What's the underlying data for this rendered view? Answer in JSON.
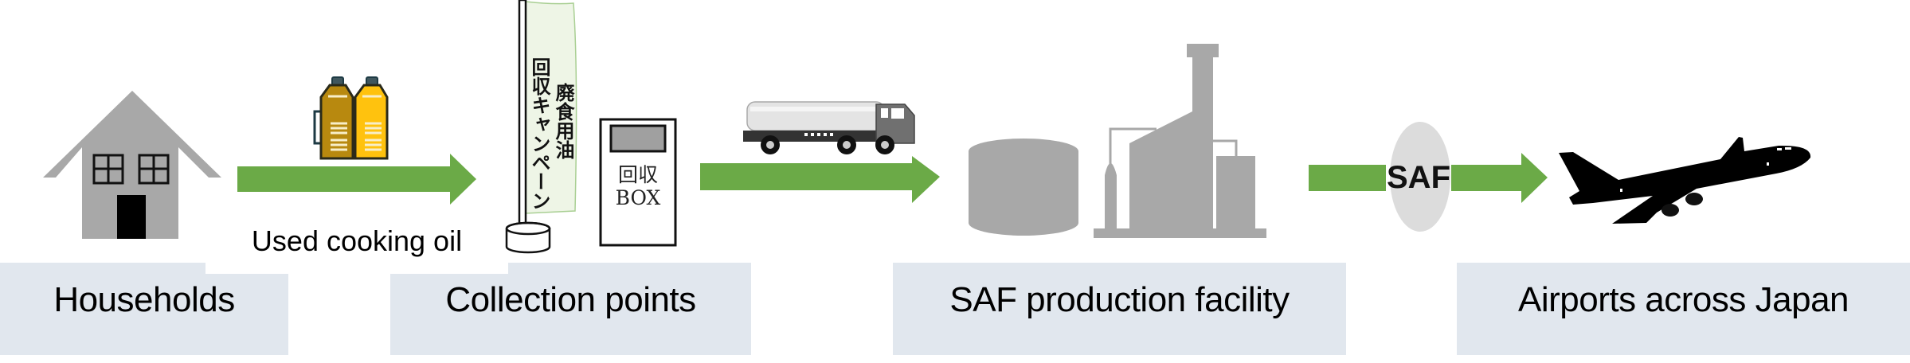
{
  "colors": {
    "arrow": "#6BAA47",
    "label_bg": "#E1E7EE",
    "icon_gray": "#A8A8A8",
    "bottle_dark": "#B8890F",
    "bottle_light": "#FFC20E",
    "banner_bg": "#EEF5E6",
    "saf_ellipse": "#DCDCDC"
  },
  "stages": [
    {
      "id": "households",
      "label": "Households",
      "icon": "house-icon"
    },
    {
      "id": "collection",
      "label": "Collection points",
      "icon": "collection-banner-icon"
    },
    {
      "id": "production",
      "label": "SAF production facility",
      "icon": "factory-icon"
    },
    {
      "id": "airports",
      "label": "Airports across Japan",
      "icon": "airplane-icon"
    }
  ],
  "flows": [
    {
      "from": "households",
      "to": "collection",
      "label": "Used cooking oil",
      "icon": "oil-bottles-icon"
    },
    {
      "from": "collection",
      "to": "production",
      "icon": "tanker-truck-icon"
    },
    {
      "from": "production",
      "to": "airports",
      "label": "SAF"
    }
  ],
  "collection_banner": {
    "line1": "廃食用油",
    "line2": "回収キャンペーン"
  },
  "collection_box": {
    "line1": "回収",
    "line2": "BOX"
  }
}
